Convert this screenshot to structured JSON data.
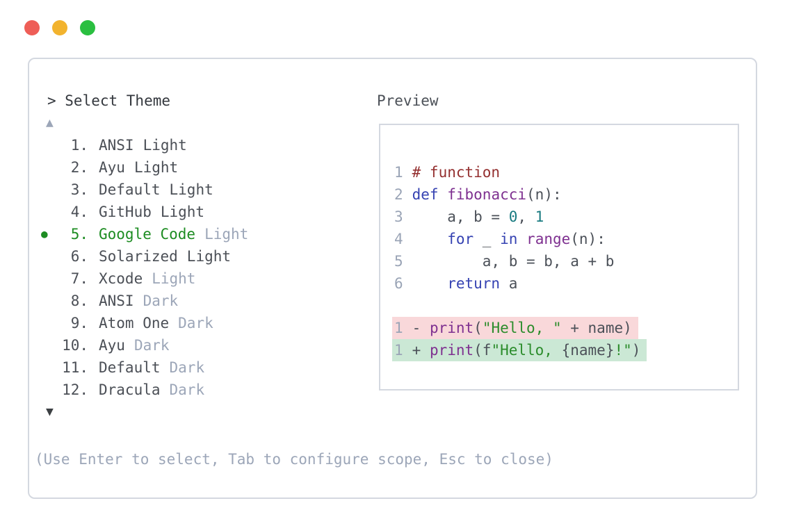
{
  "window": {
    "controls": [
      "close",
      "minimize",
      "zoom"
    ]
  },
  "prompt": {
    "label": "> Select Theme"
  },
  "scroll": {
    "up": "▲",
    "down": "▼"
  },
  "themes": [
    {
      "number": "1.",
      "name": "ANSI",
      "variant": "Light",
      "variant_muted": false,
      "selected": false
    },
    {
      "number": "2.",
      "name": "Ayu",
      "variant": "Light",
      "variant_muted": false,
      "selected": false
    },
    {
      "number": "3.",
      "name": "Default",
      "variant": "Light",
      "variant_muted": false,
      "selected": false
    },
    {
      "number": "4.",
      "name": "GitHub",
      "variant": "Light",
      "variant_muted": false,
      "selected": false
    },
    {
      "number": "5.",
      "name": "Google Code",
      "variant": "Light",
      "variant_muted": true,
      "selected": true
    },
    {
      "number": "6.",
      "name": "Solarized",
      "variant": "Light",
      "variant_muted": false,
      "selected": false
    },
    {
      "number": "7.",
      "name": "Xcode",
      "variant": "Light",
      "variant_muted": true,
      "selected": false
    },
    {
      "number": "8.",
      "name": "ANSI",
      "variant": "Dark",
      "variant_muted": true,
      "selected": false
    },
    {
      "number": "9.",
      "name": "Atom One",
      "variant": "Dark",
      "variant_muted": true,
      "selected": false
    },
    {
      "number": "10.",
      "name": "Ayu",
      "variant": "Dark",
      "variant_muted": true,
      "selected": false
    },
    {
      "number": "11.",
      "name": "Default",
      "variant": "Dark",
      "variant_muted": true,
      "selected": false
    },
    {
      "number": "12.",
      "name": "Dracula",
      "variant": "Dark",
      "variant_muted": true,
      "selected": false
    }
  ],
  "preview": {
    "title": "Preview",
    "code_lines": [
      {
        "num": "1",
        "segments": [
          {
            "t": "comment",
            "text": "# function"
          }
        ]
      },
      {
        "num": "2",
        "segments": [
          {
            "t": "kw",
            "text": "def"
          },
          {
            "t": "plain",
            "text": " "
          },
          {
            "t": "fn",
            "text": "fibonacci"
          },
          {
            "t": "plain",
            "text": "(n):"
          }
        ]
      },
      {
        "num": "3",
        "segments": [
          {
            "t": "plain",
            "text": "    a, b = "
          },
          {
            "t": "num",
            "text": "0"
          },
          {
            "t": "plain",
            "text": ", "
          },
          {
            "t": "num",
            "text": "1"
          }
        ]
      },
      {
        "num": "4",
        "segments": [
          {
            "t": "plain",
            "text": "    "
          },
          {
            "t": "kw",
            "text": "for"
          },
          {
            "t": "plain",
            "text": " _ "
          },
          {
            "t": "kw",
            "text": "in"
          },
          {
            "t": "plain",
            "text": " "
          },
          {
            "t": "fn",
            "text": "range"
          },
          {
            "t": "plain",
            "text": "(n):"
          }
        ]
      },
      {
        "num": "5",
        "segments": [
          {
            "t": "plain",
            "text": "        a, b = b, a + b"
          }
        ]
      },
      {
        "num": "6",
        "segments": [
          {
            "t": "plain",
            "text": "    "
          },
          {
            "t": "kw",
            "text": "return"
          },
          {
            "t": "plain",
            "text": " a"
          }
        ]
      }
    ],
    "diff_lines": [
      {
        "num": "1",
        "kind": "del",
        "segments": [
          {
            "t": "plain",
            "text": "- "
          },
          {
            "t": "fn",
            "text": "print"
          },
          {
            "t": "plain",
            "text": "("
          },
          {
            "t": "str",
            "text": "\"Hello, \""
          },
          {
            "t": "plain",
            "text": " + name)"
          }
        ]
      },
      {
        "num": "1",
        "kind": "add",
        "segments": [
          {
            "t": "plain",
            "text": "+ "
          },
          {
            "t": "fn",
            "text": "print"
          },
          {
            "t": "plain",
            "text": "(f"
          },
          {
            "t": "str",
            "text": "\"Hello, "
          },
          {
            "t": "plain",
            "text": "{name}"
          },
          {
            "t": "str",
            "text": "!\""
          },
          {
            "t": "plain",
            "text": ")"
          }
        ]
      }
    ]
  },
  "hint": "(Use Enter to select, Tab to configure scope, Esc to close)",
  "colors": {
    "dot_red": "#ee5e57",
    "dot_yellow": "#f2b32e",
    "dot_green": "#2abf40",
    "border": "#d4d8e0",
    "text_dark": "#33373d",
    "list_text": "#4b4f56",
    "muted": "#9ca6b8",
    "selected_green": "#1d8c22",
    "comment": "#943030",
    "keyword": "#3542b2",
    "func": "#7e3090",
    "number": "#187a80",
    "string": "#2b8c2b",
    "code_text": "#4b5058",
    "line_number": "#9aa4b6",
    "diff_del_bg": "#f9d8da",
    "diff_add_bg": "#cbe8d5"
  }
}
